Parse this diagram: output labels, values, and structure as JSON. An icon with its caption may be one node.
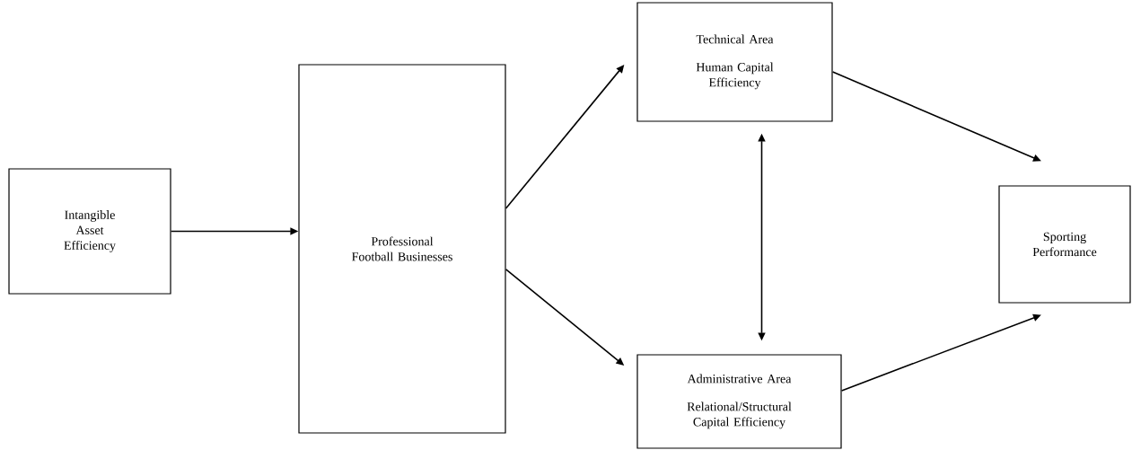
{
  "diagram": {
    "nodes": [
      {
        "text": [
          "Intangible Asset Efficiency"
        ]
      },
      {
        "text": [
          "Professional Football Businesses"
        ]
      },
      {
        "text": [
          "Technical Area",
          "Human Capital Efficiency"
        ]
      },
      {
        "text": [
          "Administrative Area",
          "Relational/Structural Capital Efficiency"
        ]
      },
      {
        "text": [
          "Sporting Performance"
        ]
      }
    ],
    "edges": [
      {
        "from": 0,
        "to": 1,
        "arrow": "to"
      },
      {
        "from": 1,
        "to": 2,
        "arrow": "to"
      },
      {
        "from": 1,
        "to": 3,
        "arrow": "to"
      },
      {
        "from": 2,
        "to": 3,
        "arrow": "both"
      },
      {
        "from": 2,
        "to": 4,
        "arrow": "to"
      },
      {
        "from": 3,
        "to": 4,
        "arrow": "to"
      }
    ]
  }
}
